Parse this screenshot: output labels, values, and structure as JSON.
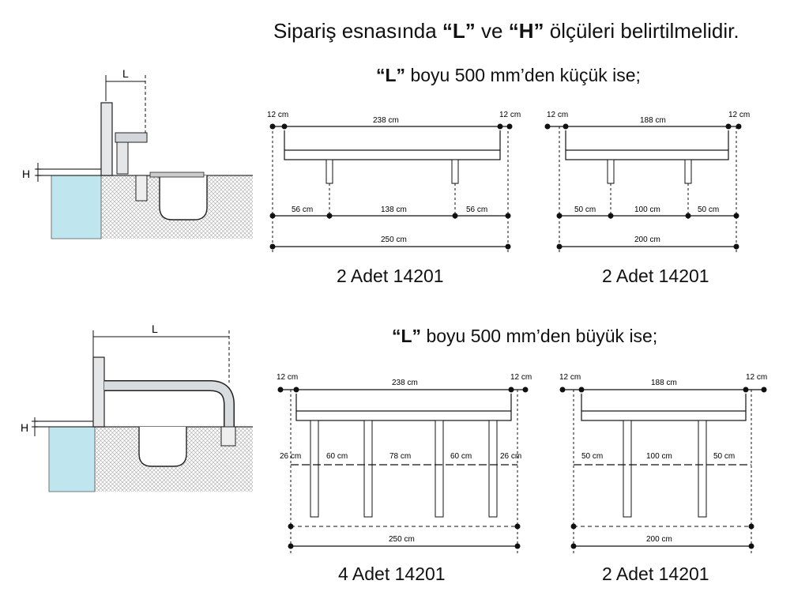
{
  "header": {
    "title_pre": "Sipariş esnasında",
    "title_L": "“L”",
    "title_mid": "ve",
    "title_H": "“H”",
    "title_post": "ölçüleri belirtilmelidir."
  },
  "section_small": {
    "heading_L": "“L”",
    "heading_text": "boyu 500 mm’den küçük ise;",
    "sketch": {
      "label_L": "L",
      "label_H": "H"
    },
    "left_diagram": {
      "edge_left": "12 cm",
      "top_span": "238 cm",
      "edge_right": "12 cm",
      "seg1": "56 cm",
      "seg2": "138 cm",
      "seg3": "56 cm",
      "total": "250 cm",
      "caption": "2 Adet 14201"
    },
    "right_diagram": {
      "edge_left": "12 cm",
      "top_span": "188 cm",
      "edge_right": "12 cm",
      "seg1": "50 cm",
      "seg2": "100 cm",
      "seg3": "50 cm",
      "total": "200 cm",
      "caption": "2 Adet 14201"
    }
  },
  "section_large": {
    "heading_L": "“L”",
    "heading_text": "boyu 500 mm’den büyük ise;",
    "sketch": {
      "label_L": "L",
      "label_H": "H"
    },
    "left_diagram": {
      "edge_left": "12 cm",
      "top_span": "238 cm",
      "edge_right": "12 cm",
      "seg1": "26 cm",
      "seg2": "60 cm",
      "seg3": "78 cm",
      "seg4": "60 cm",
      "seg5": "26 cm",
      "total": "250 cm",
      "caption": "4 Adet 14201"
    },
    "right_diagram": {
      "edge_left": "12 cm",
      "top_span": "188 cm",
      "edge_right": "12 cm",
      "seg1": "50 cm",
      "seg2": "100 cm",
      "seg3": "50 cm",
      "total": "200 cm",
      "caption": "2 Adet 14201"
    }
  },
  "colors": {
    "water": "#bfe6ef",
    "line": "#111111",
    "ground_hatch": "#9a9a9a",
    "steel": "#c9cdd2"
  }
}
